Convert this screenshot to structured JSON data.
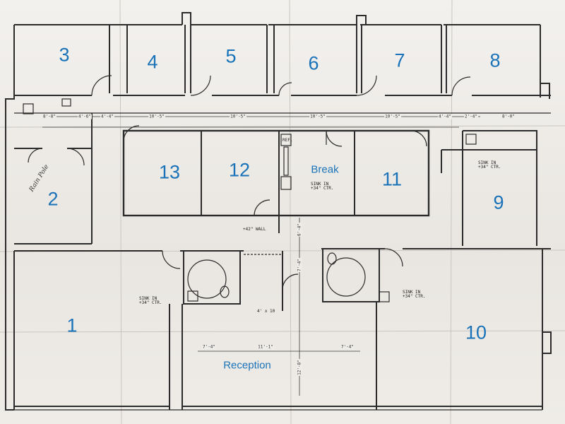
{
  "rooms": {
    "r1": "1",
    "r2": "2",
    "r3": "3",
    "r4": "4",
    "r5": "5",
    "r6": "6",
    "r7": "7",
    "r8": "8",
    "r9": "9",
    "r10": "10",
    "r11": "11",
    "r12": "12",
    "r13": "13",
    "break": "Break",
    "reception": "Reception"
  },
  "notes": {
    "ref": "REF.",
    "sink_break": "SINK IN\n+34\" CTR.",
    "sink_9": "SINK IN\n+34\" CTR.",
    "sink_left": "SINK IN\n+34\" CTR.",
    "sink_right": "SINK IN\n+34\" CTR.",
    "wall_42": "+42\" WALL",
    "size_4x10": "4' x 10",
    "handwritten": "Rain Pole"
  },
  "dimensions": {
    "d1": "8'-8\"",
    "d2": "4'-6\"",
    "d3": "4'-4\"",
    "d4": "10'-5\"",
    "d5": "10'-5\"",
    "d6": "10'-5\"",
    "d7": "10'-5\"",
    "d8": "4'-4\"",
    "d9": "2'-4\"",
    "d10": "8'-0\"",
    "d11": "7'-4\"",
    "d12": "11'-1\"",
    "d13": "7'-4\"",
    "d14": "12'-8\"",
    "d15": "6'-4\"",
    "d16": "7'-4\""
  },
  "colors": {
    "label_blue": "#1a73b8",
    "wall_ink": "#2b2b2b",
    "paper": "#ece9e4"
  }
}
